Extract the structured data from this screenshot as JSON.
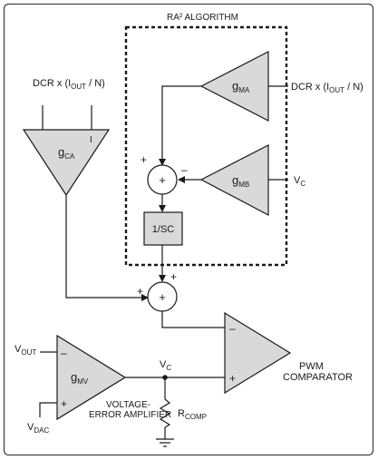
{
  "algorithm_box": {
    "label": "RA² ALGORITHM"
  },
  "inputs": {
    "dcr_left": {
      "prefix": "DCR x (I",
      "sub": "OUT",
      "suffix": " / N)"
    },
    "dcr_right": {
      "prefix": "DCR x (I",
      "sub": "OUT",
      "suffix": " / N)"
    },
    "vc_right": {
      "main": "V",
      "sub": "C"
    },
    "vout": {
      "main": "V",
      "sub": "OUT"
    },
    "vdac": {
      "main": "V",
      "sub": "DAC"
    }
  },
  "amplifiers": {
    "gca": {
      "main": "g",
      "sub": "CA",
      "minus": "I"
    },
    "gma": {
      "main": "g",
      "sub": "MA"
    },
    "gmb": {
      "main": "g",
      "sub": "MB"
    },
    "gmv": {
      "main": "g",
      "sub": "MV"
    }
  },
  "summers": {
    "top": {
      "symbol": "+",
      "sign_a": "+",
      "sign_b": "–"
    },
    "bottom": {
      "symbol": "+",
      "sign_a": "+",
      "sign_b": "+"
    }
  },
  "integrator": {
    "label": "1/SC"
  },
  "node": {
    "main": "V",
    "sub": "C"
  },
  "rcomp": {
    "main": "R",
    "sub": "COMP"
  },
  "pwm": {
    "line1": "PWM",
    "line2": "COMPARATOR",
    "minus": "–",
    "plus": "+"
  },
  "vea": {
    "line1": "VOLTAGE-",
    "line2": "ERROR AMPLIFIER",
    "minus": "–",
    "plus": "+"
  },
  "colors": {
    "shape_fill": "#d9d9d9",
    "line": "#1a1a1a",
    "frame": "#444444"
  }
}
